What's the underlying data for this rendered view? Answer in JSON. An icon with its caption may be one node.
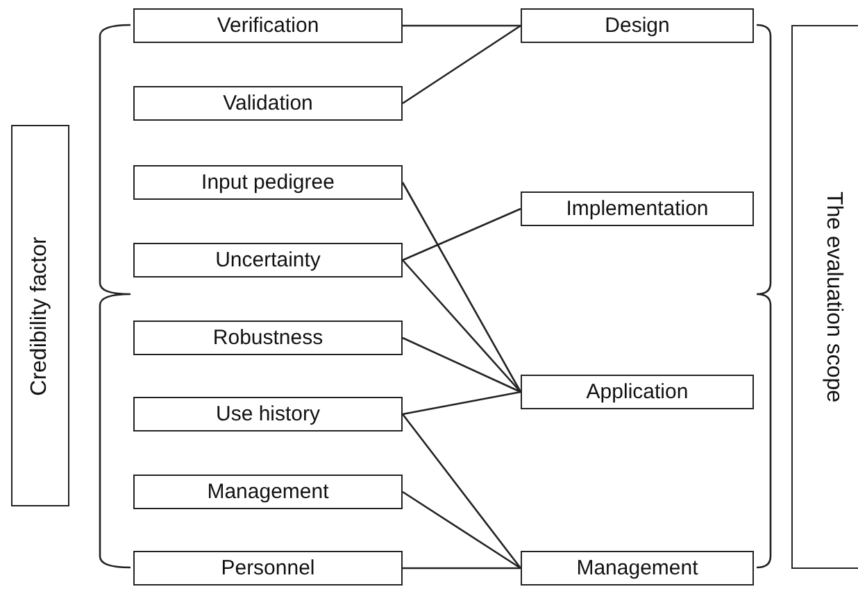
{
  "diagram": {
    "nodes": [
      {
        "text": [
          "Credibility factor"
        ]
      },
      {
        "text": [
          "Verification"
        ]
      },
      {
        "text": [
          "Validation"
        ]
      },
      {
        "text": [
          "Input pedigree"
        ]
      },
      {
        "text": [
          "Uncertainty"
        ]
      },
      {
        "text": [
          "Robustness"
        ]
      },
      {
        "text": [
          "Use history"
        ]
      },
      {
        "text": [
          "Management"
        ]
      },
      {
        "text": [
          "Personnel"
        ]
      },
      {
        "text": [
          "Design"
        ]
      },
      {
        "text": [
          "Implementation"
        ]
      },
      {
        "text": [
          "Application"
        ]
      },
      {
        "text": [
          "Management"
        ]
      },
      {
        "text": [
          "The evaluation scope"
        ]
      }
    ],
    "edges": [
      {
        "from": 1,
        "to": 9,
        "arrow": "none"
      },
      {
        "from": 2,
        "to": 9,
        "arrow": "none"
      },
      {
        "from": 3,
        "to": 11,
        "arrow": "none"
      },
      {
        "from": 4,
        "to": 10,
        "arrow": "none"
      },
      {
        "from": 4,
        "to": 11,
        "arrow": "none"
      },
      {
        "from": 5,
        "to": 11,
        "arrow": "none"
      },
      {
        "from": 6,
        "to": 11,
        "arrow": "none"
      },
      {
        "from": 6,
        "to": 12,
        "arrow": "none"
      },
      {
        "from": 7,
        "to": 12,
        "arrow": "none"
      },
      {
        "from": 8,
        "to": 12,
        "arrow": "none"
      }
    ]
  }
}
